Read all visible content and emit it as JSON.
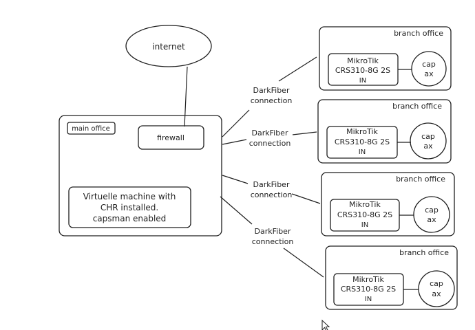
{
  "diagram": {
    "internet": {
      "label": "internet"
    },
    "main_office": {
      "label": "main office",
      "firewall": {
        "label": "firewall"
      },
      "vm": {
        "lines": [
          "Virtuelle machine with",
          "CHR installed.",
          "capsman enabled"
        ]
      }
    },
    "connections": [
      {
        "lines": [
          "DarkFiber",
          "connection"
        ]
      },
      {
        "lines": [
          "DarkFiber",
          "connection"
        ]
      },
      {
        "lines": [
          "DarkFiber",
          "connection"
        ]
      },
      {
        "lines": [
          "DarkFiber",
          "connection"
        ]
      }
    ],
    "branches": [
      {
        "label": "branch office",
        "switch_lines": [
          "MikroTik",
          "CRS310-8G 2S",
          "IN"
        ],
        "cap_lines": [
          "cap",
          "ax"
        ]
      },
      {
        "label": "branch office",
        "switch_lines": [
          "MikroTik",
          "CRS310-8G 2S",
          "IN"
        ],
        "cap_lines": [
          "cap",
          "ax"
        ]
      },
      {
        "label": "branch office",
        "switch_lines": [
          "MikroTik",
          "CRS310-8G 2S",
          "IN"
        ],
        "cap_lines": [
          "cap",
          "ax"
        ]
      },
      {
        "label": "branch office",
        "switch_lines": [
          "MikroTik",
          "CRS310-8G 2S",
          "IN"
        ],
        "cap_lines": [
          "cap",
          "ax"
        ]
      }
    ]
  }
}
